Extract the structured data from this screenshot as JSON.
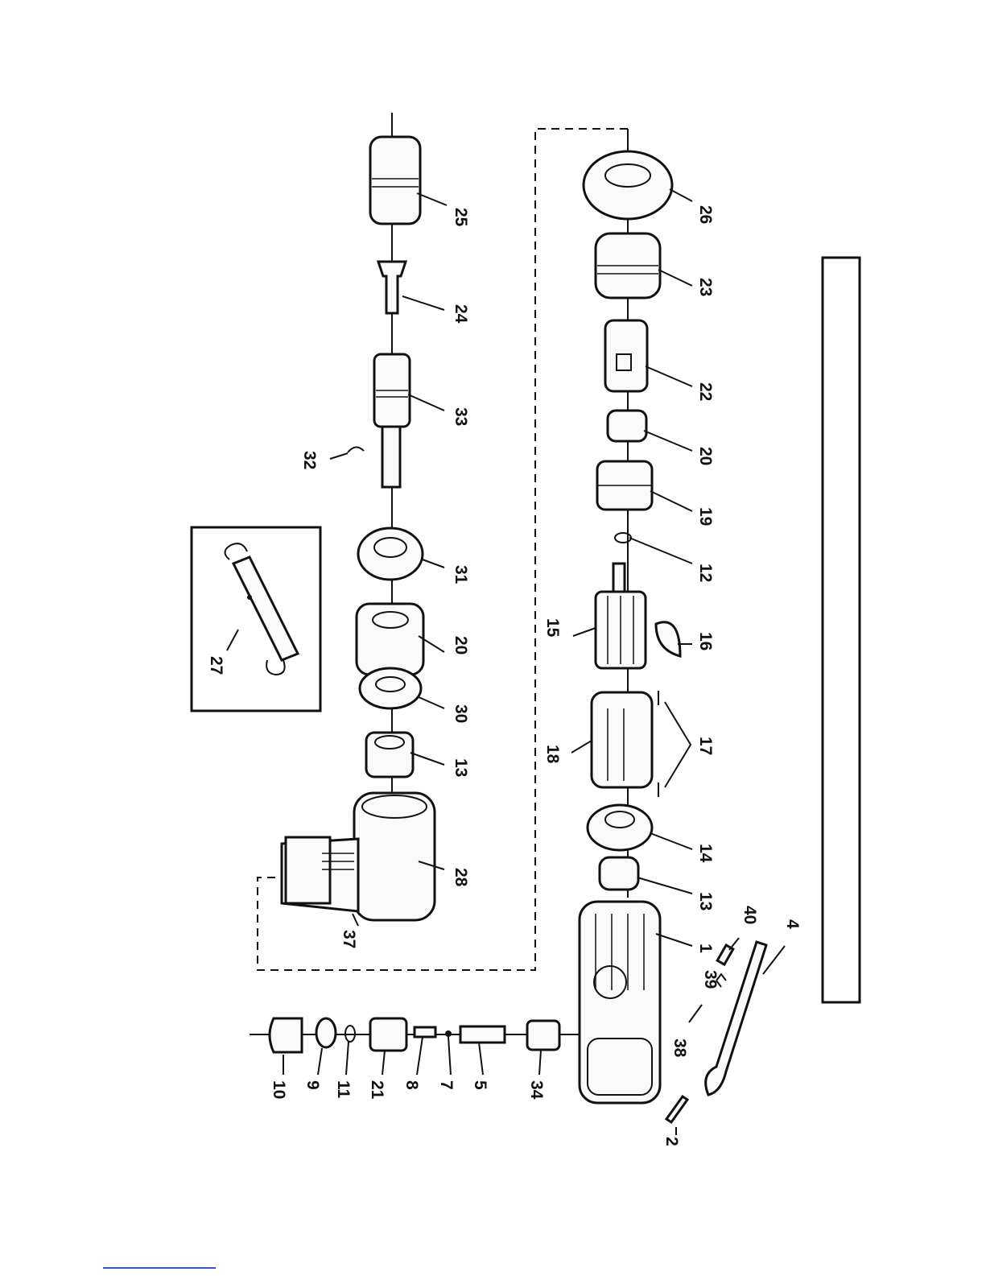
{
  "diagram": {
    "inset_label": "27",
    "parts": [
      {
        "id": "p25",
        "label": "25"
      },
      {
        "id": "p24",
        "label": "24"
      },
      {
        "id": "p33",
        "label": "33"
      },
      {
        "id": "p32",
        "label": "32"
      },
      {
        "id": "p31",
        "label": "31"
      },
      {
        "id": "p20a",
        "label": "20"
      },
      {
        "id": "p30",
        "label": "30"
      },
      {
        "id": "p13a",
        "label": "13"
      },
      {
        "id": "p28",
        "label": "28"
      },
      {
        "id": "p37",
        "label": "37"
      },
      {
        "id": "p10",
        "label": "10"
      },
      {
        "id": "p9",
        "label": "9"
      },
      {
        "id": "p11",
        "label": "11"
      },
      {
        "id": "p21",
        "label": "21"
      },
      {
        "id": "p8",
        "label": "8"
      },
      {
        "id": "p7",
        "label": "7"
      },
      {
        "id": "p5",
        "label": "5"
      },
      {
        "id": "p34",
        "label": "34"
      },
      {
        "id": "p26",
        "label": "26"
      },
      {
        "id": "p23",
        "label": "23"
      },
      {
        "id": "p22",
        "label": "22"
      },
      {
        "id": "p20b",
        "label": "20"
      },
      {
        "id": "p19",
        "label": "19"
      },
      {
        "id": "p12",
        "label": "12"
      },
      {
        "id": "p16",
        "label": "16"
      },
      {
        "id": "p15",
        "label": "15"
      },
      {
        "id": "p17",
        "label": "17"
      },
      {
        "id": "p18",
        "label": "18"
      },
      {
        "id": "p14",
        "label": "14"
      },
      {
        "id": "p13b",
        "label": "13"
      },
      {
        "id": "p1",
        "label": "1"
      },
      {
        "id": "p40",
        "label": "40"
      },
      {
        "id": "p4",
        "label": "4"
      },
      {
        "id": "p39",
        "label": "39"
      },
      {
        "id": "p38",
        "label": "38"
      },
      {
        "id": "p2",
        "label": "2"
      }
    ]
  }
}
